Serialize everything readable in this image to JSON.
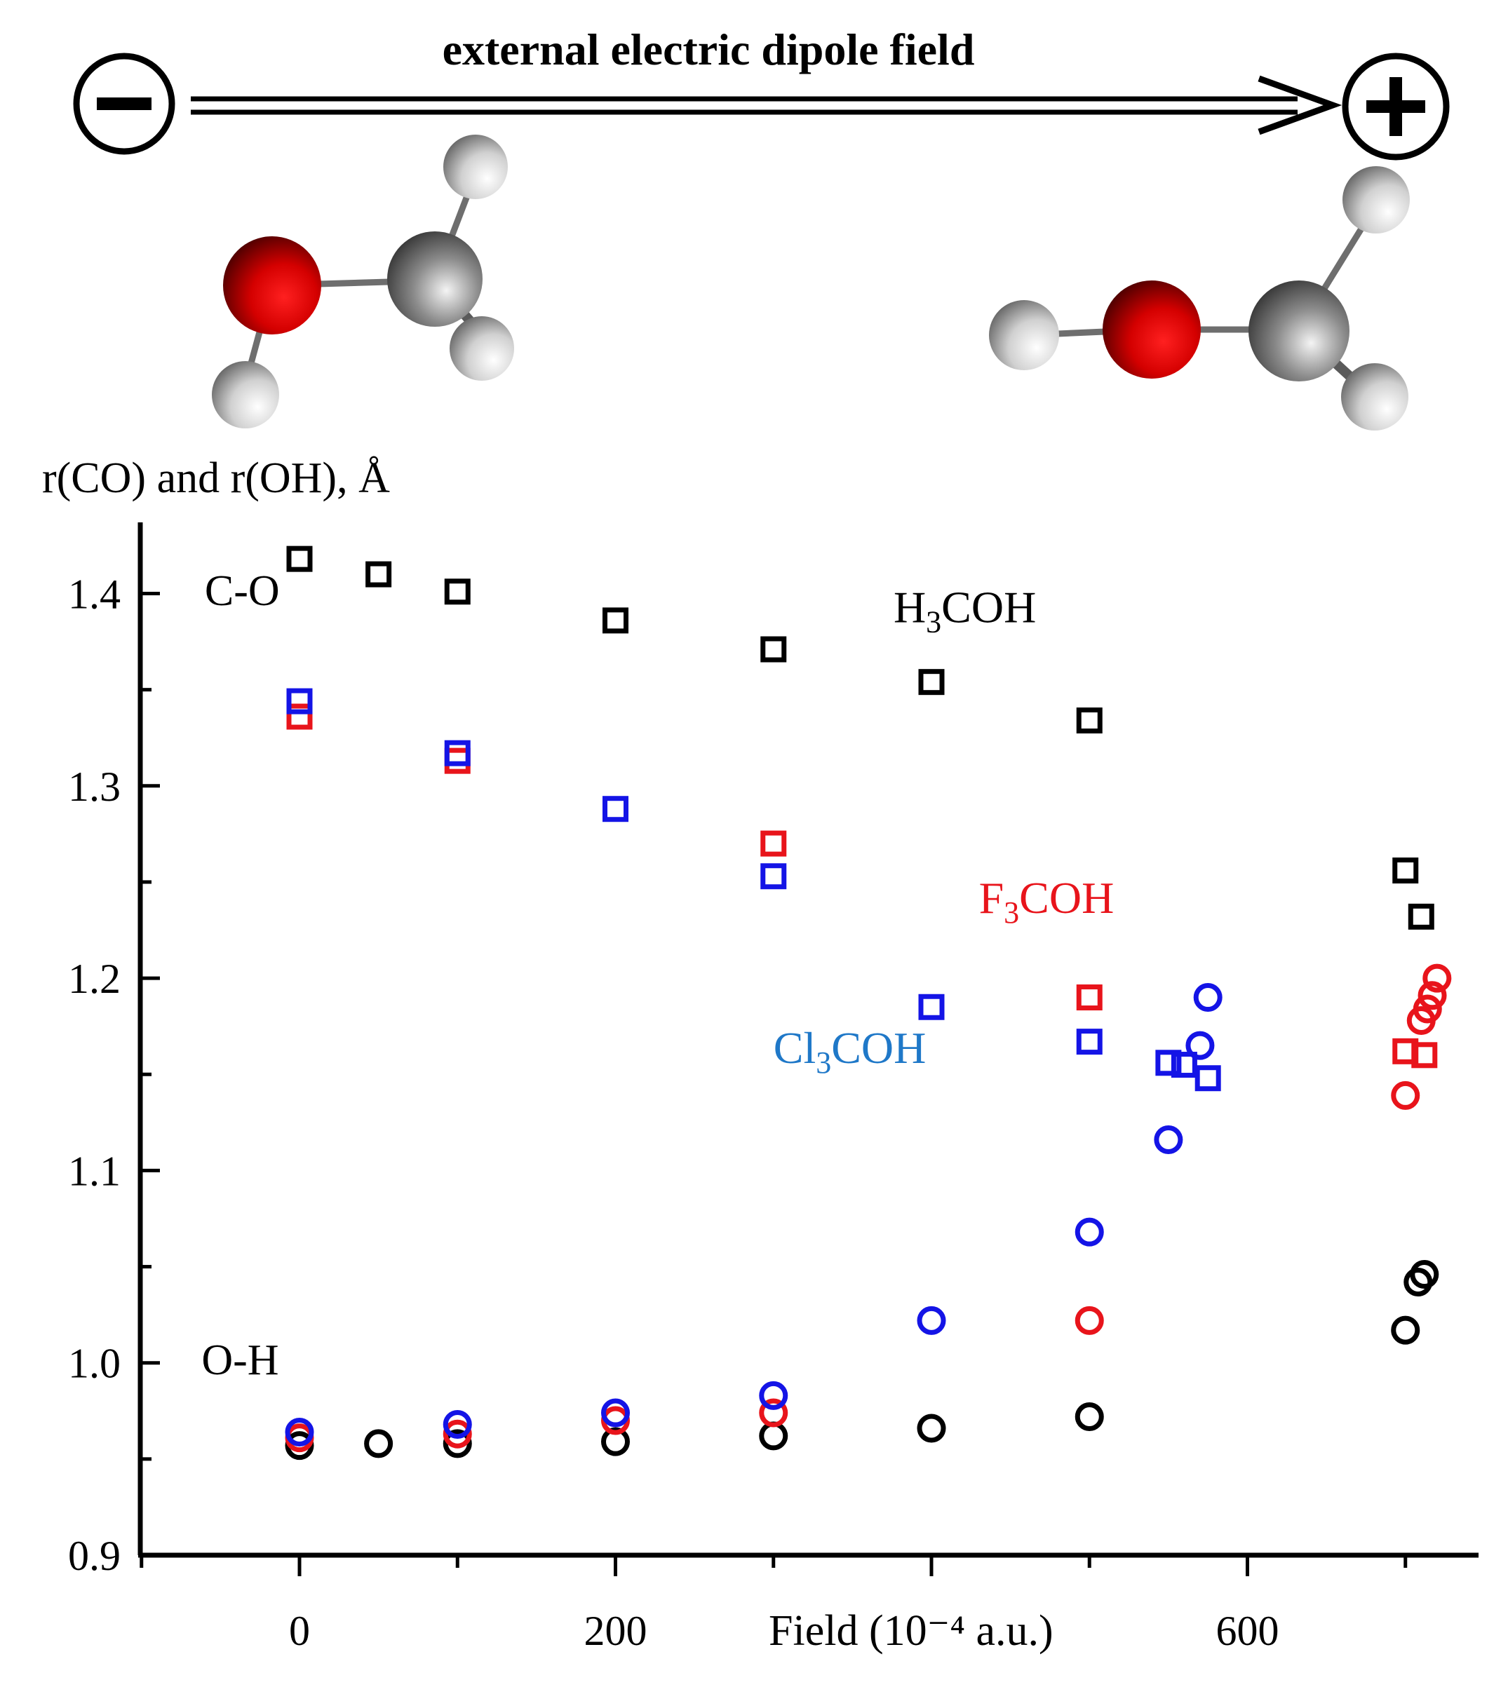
{
  "header": {
    "field_title": "external electric dipole field",
    "minus_symbol": "−",
    "plus_symbol": "+"
  },
  "chart_data": {
    "type": "scatter",
    "title": "",
    "ylabel": "r(CO) and r(OH), Å",
    "xlabel": "Field (10⁻⁴ a.u.)",
    "xlim": [
      -100,
      740
    ],
    "ylim": [
      0.9,
      1.44
    ],
    "xticks": [
      0,
      200,
      400,
      600
    ],
    "xtick_labels": [
      "0",
      "200",
      "",
      "600"
    ],
    "yticks": [
      0.9,
      1.0,
      1.1,
      1.2,
      1.3,
      1.4
    ],
    "ytick_labels": [
      "0.9",
      "1.0",
      "1.1",
      "1.2",
      "1.3",
      "1.4"
    ],
    "grid": false,
    "annotations": [
      {
        "text": "C-O",
        "x": -60,
        "y": 1.394,
        "color": "#000000"
      },
      {
        "text": "O-H",
        "x": -62,
        "y": 0.994,
        "color": "#000000"
      }
    ],
    "compound_labels": [
      {
        "name": "H3COH",
        "prefix": "H",
        "sub": "3",
        "suffix": "COH",
        "x": 376,
        "y": 1.385,
        "color": "#000000"
      },
      {
        "name": "F3COH",
        "prefix": "F",
        "sub": "3",
        "suffix": "COH",
        "x": 430,
        "y": 1.234,
        "color": "#e8141b"
      },
      {
        "name": "Cl3COH",
        "prefix": "Cl",
        "sub": "3",
        "suffix": "COH",
        "x": 300,
        "y": 1.156,
        "color": "#1f78c8"
      }
    ],
    "series": [
      {
        "name": "H3COH",
        "bond": "C-O",
        "marker": "square",
        "color": "#000000",
        "points": [
          [
            0,
            1.418
          ],
          [
            50,
            1.41
          ],
          [
            100,
            1.401
          ],
          [
            200,
            1.386
          ],
          [
            300,
            1.371
          ],
          [
            400,
            1.354
          ],
          [
            500,
            1.334
          ],
          [
            700,
            1.256
          ],
          [
            710,
            1.232
          ]
        ]
      },
      {
        "name": "F3COH",
        "bond": "C-O",
        "marker": "square",
        "color": "#e8141b",
        "points": [
          [
            0,
            1.336
          ],
          [
            100,
            1.313
          ],
          [
            300,
            1.27
          ],
          [
            500,
            1.19
          ],
          [
            700,
            1.162
          ],
          [
            712,
            1.16
          ]
        ]
      },
      {
        "name": "Cl3COH",
        "bond": "C-O",
        "marker": "square",
        "color": "#1414e6",
        "points": [
          [
            0,
            1.344
          ],
          [
            100,
            1.317
          ],
          [
            200,
            1.288
          ],
          [
            300,
            1.253
          ],
          [
            400,
            1.185
          ],
          [
            500,
            1.167
          ],
          [
            550,
            1.156
          ],
          [
            560,
            1.155
          ],
          [
            575,
            1.148
          ]
        ]
      },
      {
        "name": "H3COH",
        "bond": "O-H",
        "marker": "circle",
        "color": "#000000",
        "points": [
          [
            0,
            0.957
          ],
          [
            50,
            0.958
          ],
          [
            100,
            0.958
          ],
          [
            200,
            0.959
          ],
          [
            300,
            0.962
          ],
          [
            400,
            0.966
          ],
          [
            500,
            0.972
          ],
          [
            700,
            1.017
          ],
          [
            708,
            1.042
          ],
          [
            712,
            1.046
          ]
        ]
      },
      {
        "name": "F3COH",
        "bond": "O-H",
        "marker": "circle",
        "color": "#e8141b",
        "points": [
          [
            0,
            0.961
          ],
          [
            100,
            0.963
          ],
          [
            200,
            0.97
          ],
          [
            300,
            0.974
          ],
          [
            500,
            1.022
          ],
          [
            700,
            1.139
          ],
          [
            710,
            1.178
          ],
          [
            714,
            1.184
          ],
          [
            717,
            1.191
          ],
          [
            720,
            1.2
          ]
        ]
      },
      {
        "name": "Cl3COH",
        "bond": "O-H",
        "marker": "circle",
        "color": "#1414e6",
        "points": [
          [
            0,
            0.964
          ],
          [
            100,
            0.968
          ],
          [
            200,
            0.974
          ],
          [
            300,
            0.983
          ],
          [
            400,
            1.022
          ],
          [
            500,
            1.068
          ],
          [
            550,
            1.116
          ],
          [
            570,
            1.165
          ],
          [
            575,
            1.19
          ]
        ]
      }
    ]
  }
}
